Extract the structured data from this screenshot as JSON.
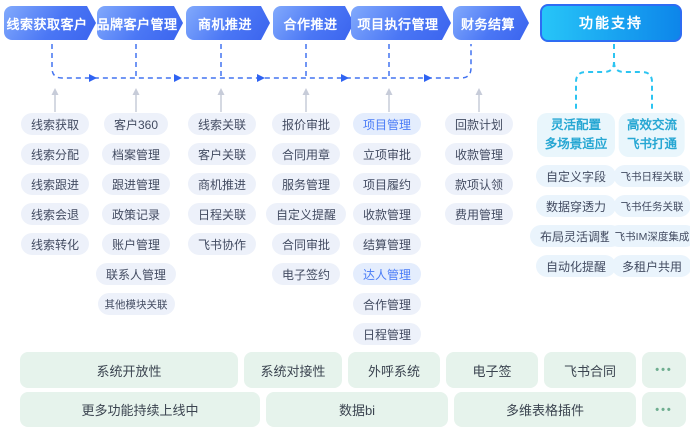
{
  "flow": {
    "steps": [
      "线索获取客户",
      "品牌客户管理",
      "商机推进",
      "合作推进",
      "项目执行管理",
      "财务结算"
    ],
    "support_label": "功能支持"
  },
  "columns": [
    {
      "items": [
        "线索获取",
        "线索分配",
        "线索跟进",
        "线索会退",
        "线索转化"
      ]
    },
    {
      "items": [
        "客户360",
        "档案管理",
        "跟进管理",
        "政策记录",
        "账户管理",
        "联系人管理",
        "其他模块关联"
      ]
    },
    {
      "items": [
        "线索关联",
        "客户关联",
        "商机推进",
        "日程关联",
        "飞书协作"
      ]
    },
    {
      "items": [
        "报价审批",
        "合同用章",
        "服务管理",
        "自定义提醒",
        "合同审批",
        "电子签约"
      ]
    },
    {
      "items": [
        "项目管理",
        "立项审批",
        "项目履约",
        "收款管理",
        "结算管理",
        "达人管理",
        "合作管理",
        "日程管理"
      ],
      "highlighted": [
        "项目管理",
        "达人管理"
      ]
    },
    {
      "items": [
        "回款计划",
        "收款管理",
        "款项认领",
        "费用管理"
      ]
    }
  ],
  "support_panel": {
    "groups": [
      {
        "header": [
          "灵活配置",
          "多场景适应"
        ],
        "items": [
          "自定义字段",
          "数据穿透力",
          "布局灵活调整",
          "自动化提醒"
        ]
      },
      {
        "header": [
          "高效交流",
          "飞书打通"
        ],
        "items": [
          "飞书日程关联",
          "飞书任务关联",
          "飞书IM深度集成",
          "多租户共用"
        ]
      }
    ]
  },
  "bottom": {
    "row1": [
      "系统开放性",
      "系统对接性",
      "外呼系统",
      "电子签",
      "飞书合同",
      "•••"
    ],
    "row2": [
      "更多功能持续上线中",
      "数据bi",
      "多维表格插件",
      "•••"
    ]
  },
  "colors": {
    "flow_button_blue": "#4b77f5",
    "support_button_cyan": "#19b7f2",
    "support_border_blue": "#2e6cf3",
    "highlight_text_blue": "#4a7cf6",
    "pill_bg": "#edf1fa",
    "support_header_text": "#27a7d3",
    "bottom_bg_green": "#e6f3ec",
    "connector_blue": "#4273f0",
    "connector_gray": "#c7ccd9",
    "connector_cyan": "#2cc4f1"
  }
}
